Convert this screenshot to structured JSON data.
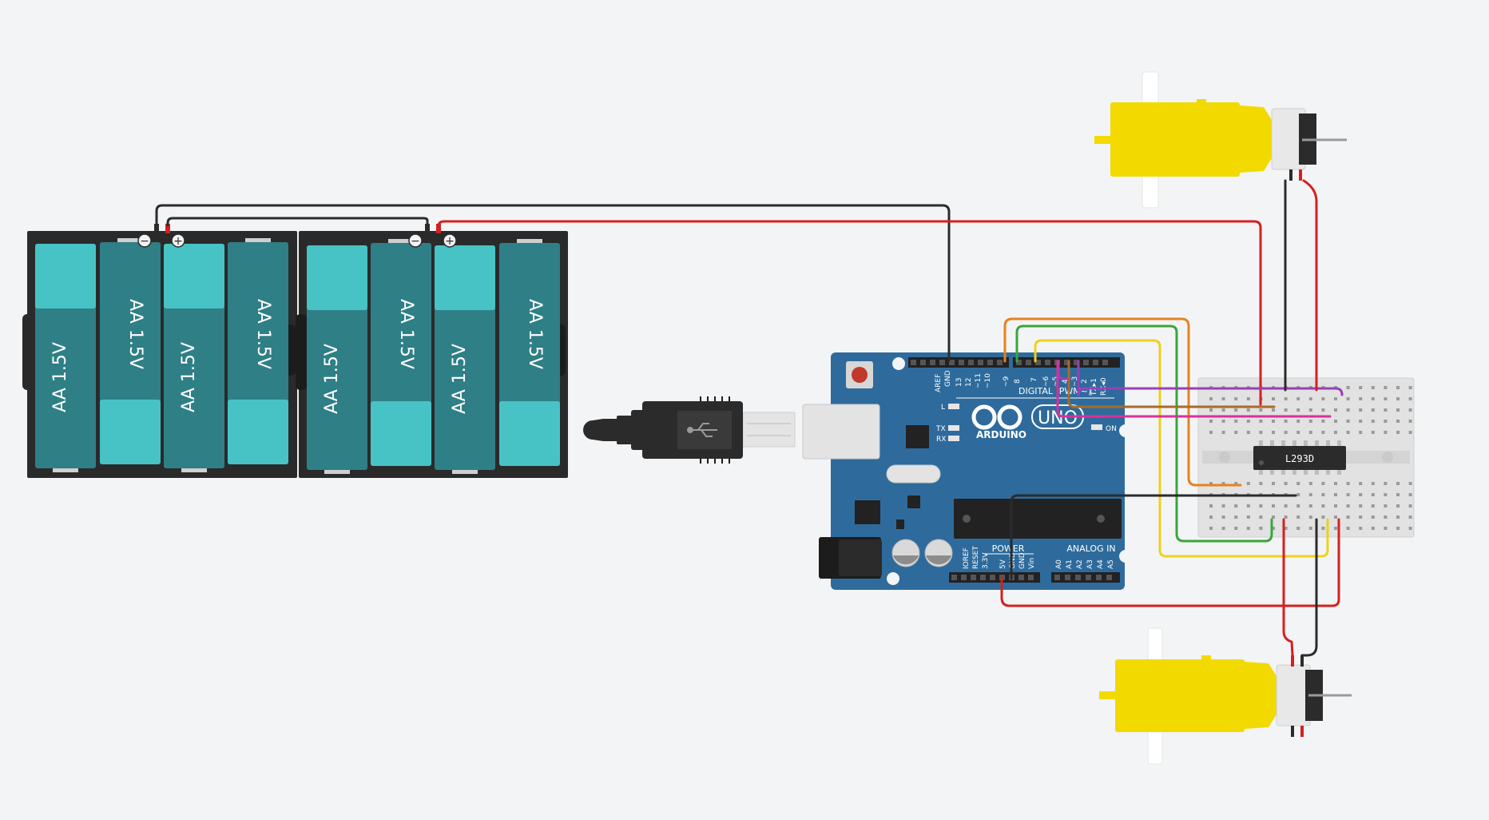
{
  "battery_packs": [
    {
      "cells": [
        "AA 1.5V",
        "AA 1.5V",
        "AA 1.5V",
        "AA 1.5V"
      ],
      "minus": "−",
      "plus": "+"
    },
    {
      "cells": [
        "AA 1.5V",
        "AA 1.5V",
        "AA 1.5V",
        "AA 1.5V"
      ],
      "minus": "−",
      "plus": "+"
    }
  ],
  "arduino": {
    "logo_text": "ARDUINO",
    "model_text": "UNO",
    "digital_header": "DIGITAL (PWM~)",
    "power_label": "POWER",
    "analog_label": "ANALOG IN",
    "led_l": "L",
    "led_tx": "TX",
    "led_rx": "RX",
    "led_on": "ON",
    "top_pins": [
      "AREF",
      "GND",
      "13",
      "12",
      "~11",
      "~10",
      "~9",
      "8",
      "7",
      "~6",
      "~5",
      "4",
      "~3",
      "2",
      "TX▸1",
      "RX◂0"
    ],
    "power_pins": [
      "IOREF",
      "RESET",
      "3.3V",
      "5V",
      "GND",
      "GND",
      "Vin"
    ],
    "analog_pins": [
      "A0",
      "A1",
      "A2",
      "A3",
      "A4",
      "A5"
    ]
  },
  "ic": {
    "label": "L293D"
  },
  "colors": {
    "wire_black": "#2b2b2b",
    "wire_red": "#d42020",
    "wire_orange": "#e8821c",
    "wire_green": "#3aa63a",
    "wire_yellow": "#ecd21c",
    "wire_purple": "#9a3fb8",
    "wire_pink": "#d6329a",
    "wire_brown": "#a86b2a",
    "board_blue": "#2e6b9c",
    "motor_yellow": "#f2da00",
    "cell_dark": "#2f7f86",
    "cell_light": "#47c3c6",
    "pack_frame": "#2a2a2a",
    "background": "#f3f4f6"
  },
  "icons": {
    "usb": "usb-icon",
    "reset_button": "reset-button-icon"
  }
}
